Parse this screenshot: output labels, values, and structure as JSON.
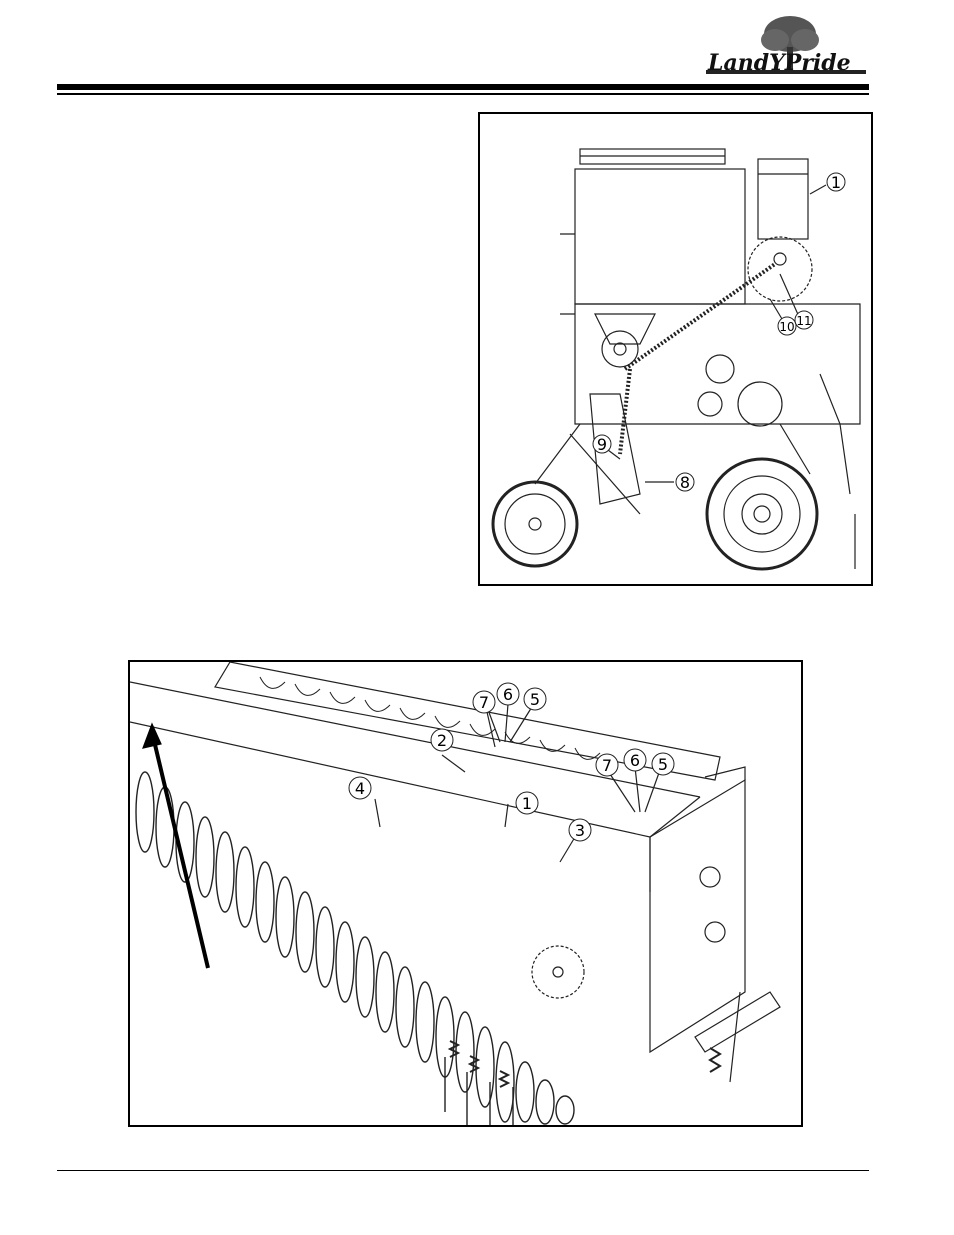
{
  "header": {
    "logo_text": "LandYPride"
  },
  "figure_top": {
    "callouts": [
      "1",
      "8",
      "9",
      "10",
      "11"
    ]
  },
  "figure_bottom": {
    "callouts": [
      "1",
      "2",
      "3",
      "4",
      "5",
      "5",
      "6",
      "6",
      "7",
      "7"
    ]
  }
}
